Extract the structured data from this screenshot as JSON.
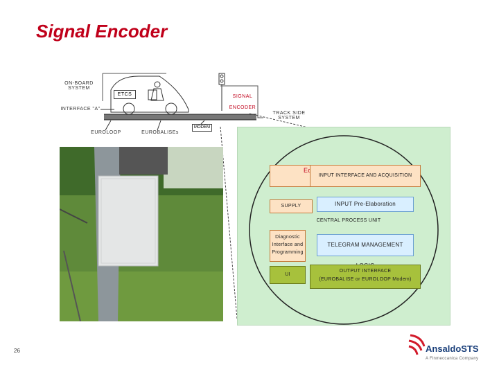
{
  "title": "Signal Encoder",
  "labels": {
    "onboard": [
      "ON-BOARD",
      "SYSTEM"
    ],
    "etcs": "ETCS",
    "signal": "SIGNAL",
    "encoder": "ENCODER",
    "interface": "INTERFACE \"A\"",
    "trackside": [
      "TRACK SIDE",
      "SYSTEM"
    ],
    "modem": "MODEM",
    "euroloop": "EUROLOOP",
    "eurobalises": "EUROBALISEs"
  },
  "blocks": {
    "eds": "EdS",
    "input_interface": "INPUT INTERFACE AND ACQUISITION",
    "supply": "SUPPLY",
    "input_pre": "INPUT Pre-Elaboration",
    "cpu": "CENTRAL PROCESS UNIT",
    "diagnostic": [
      "Diagnostic",
      "Interface and",
      "Programming"
    ],
    "telegram": "TELEGRAM MANAGEMENT LOGIC",
    "ui": "UI",
    "output": [
      "OUTPUT INTERFACE",
      "(EUROBALISE or EUROLOOP Modem)"
    ]
  },
  "page_number": "26",
  "logo": {
    "name": "AnsaldoSTS",
    "tagline": "A Finmeccanica Company"
  },
  "colors": {
    "title": "#c0001a",
    "panel": "#cfeecf",
    "orange": "#fde2c4",
    "blue": "#d9efff",
    "olive": "#a7c13c"
  }
}
